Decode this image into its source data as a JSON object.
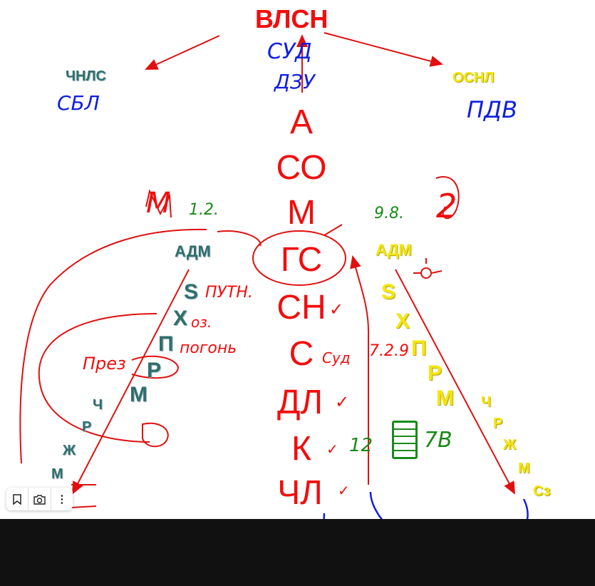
{
  "title": "ВЛСН",
  "left_branch": {
    "label": "ЧНЛС",
    "note": "СБЛ"
  },
  "right_branch": {
    "label": "ОСНЛ",
    "note": "ПДВ"
  },
  "top_notes": [
    "СУД",
    "ДЗУ"
  ],
  "center_column": [
    "А",
    "СО",
    "М",
    "ГС",
    "СН",
    "С",
    "ДЛ",
    "К",
    "ЧЛ"
  ],
  "left_column": {
    "header": "АДМ",
    "items": [
      "S",
      "Х",
      "П",
      "Р",
      "М"
    ],
    "tail": [
      "Ч",
      "Р",
      "Ж",
      "М"
    ]
  },
  "right_column": {
    "header": "АДМ",
    "items": [
      "S",
      "Х",
      "П",
      "Р",
      "М"
    ],
    "tail": [
      "Ч",
      "Р",
      "Ж",
      "М",
      "Сз"
    ]
  },
  "annotations": {
    "left_m": "М",
    "left_num": "1.2.",
    "right_num": "9.8.",
    "right_two": "2",
    "putn": "ПУТН.",
    "oz": "оз.",
    "pogon": "погонь",
    "prez": "През",
    "sud": "Суд",
    "num729": "7.2.9",
    "num12": "12",
    "num7v": "7В",
    "check": "✓"
  },
  "toolbar": {
    "bookmark": "bookmark",
    "screenshot": "screenshot",
    "more": "⋮"
  },
  "colors": {
    "red": "#f20d0d",
    "teal": "#2f6f6c",
    "yellow": "#f5e60a",
    "blue": "#1020e0",
    "green": "#1a8a1a"
  }
}
